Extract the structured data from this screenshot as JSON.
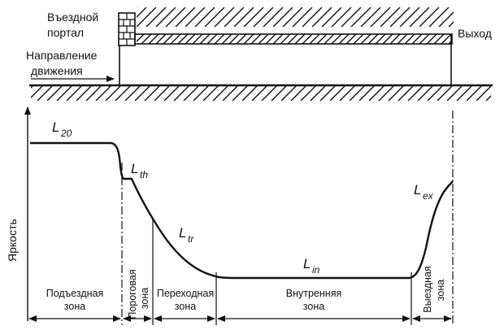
{
  "tunnel": {
    "entrance_portal_line1": "Въездной",
    "entrance_portal_line2": "портал",
    "direction_line1": "Направление",
    "direction_line2": "движения",
    "exit": "Выход"
  },
  "chart": {
    "ylabel": "Яркость",
    "curve_labels": {
      "l20": {
        "main": "L",
        "sub": "20"
      },
      "lth": {
        "main": "L",
        "sub": "th"
      },
      "ltr": {
        "main": "L",
        "sub": "tr"
      },
      "lin": {
        "main": "L",
        "sub": "in"
      },
      "lex": {
        "main": "L",
        "sub": "ex"
      }
    },
    "zones": {
      "access_line1": "Подъездная",
      "access_line2": "зона",
      "threshold_line1": "Пороговая",
      "threshold_line2": "зона",
      "transition_line1": "Переходная",
      "transition_line2": "зона",
      "interior_line1": "Внутренняя",
      "interior_line2": "зона",
      "exit_line1": "Выездная",
      "exit_line2": "зона"
    }
  },
  "colors": {
    "ink": "#111111",
    "background": "#ffffff"
  }
}
